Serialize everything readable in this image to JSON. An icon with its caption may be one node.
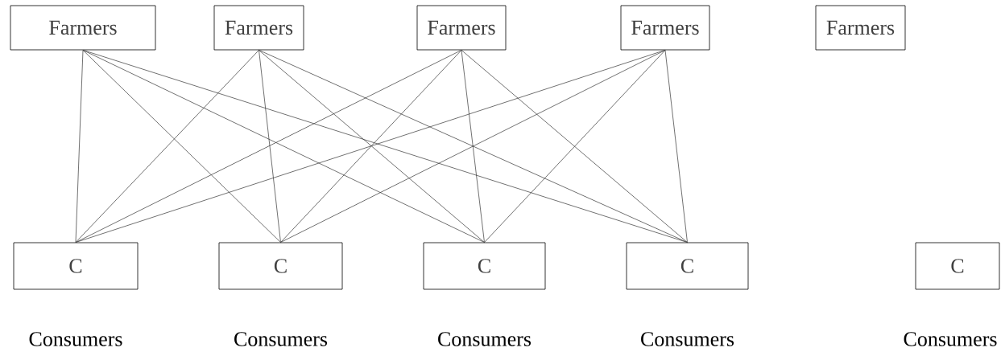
{
  "diagram": {
    "nodes": [
      {
        "text": [
          "Farmers"
        ]
      },
      {
        "text": [
          "Farmers"
        ]
      },
      {
        "text": [
          "Farmers"
        ]
      },
      {
        "text": [
          "Farmers"
        ]
      },
      {
        "text": [
          "Farmers"
        ]
      },
      {
        "text": [
          "C"
        ],
        "beside": [
          "Consumers"
        ]
      },
      {
        "text": [
          "C"
        ],
        "beside": [
          "Consumers"
        ]
      },
      {
        "text": [
          "C"
        ],
        "beside": [
          "Consumers"
        ]
      },
      {
        "text": [
          "C"
        ],
        "beside": [
          "Consumers"
        ]
      },
      {
        "text": [
          "C"
        ],
        "beside": [
          "Consumers"
        ]
      }
    ],
    "edges": [
      {
        "from": 0,
        "to": 5,
        "arrow": "none"
      },
      {
        "from": 0,
        "to": 6,
        "arrow": "none"
      },
      {
        "from": 0,
        "to": 7,
        "arrow": "none"
      },
      {
        "from": 0,
        "to": 8,
        "arrow": "none"
      },
      {
        "from": 1,
        "to": 5,
        "arrow": "none"
      },
      {
        "from": 1,
        "to": 6,
        "arrow": "none"
      },
      {
        "from": 1,
        "to": 7,
        "arrow": "none"
      },
      {
        "from": 1,
        "to": 8,
        "arrow": "none"
      },
      {
        "from": 2,
        "to": 5,
        "arrow": "none"
      },
      {
        "from": 2,
        "to": 6,
        "arrow": "none"
      },
      {
        "from": 2,
        "to": 7,
        "arrow": "none"
      },
      {
        "from": 2,
        "to": 8,
        "arrow": "none"
      },
      {
        "from": 3,
        "to": 5,
        "arrow": "none"
      },
      {
        "from": 3,
        "to": 6,
        "arrow": "none"
      },
      {
        "from": 3,
        "to": 7,
        "arrow": "none"
      },
      {
        "from": 3,
        "to": 8,
        "arrow": "none"
      }
    ]
  }
}
